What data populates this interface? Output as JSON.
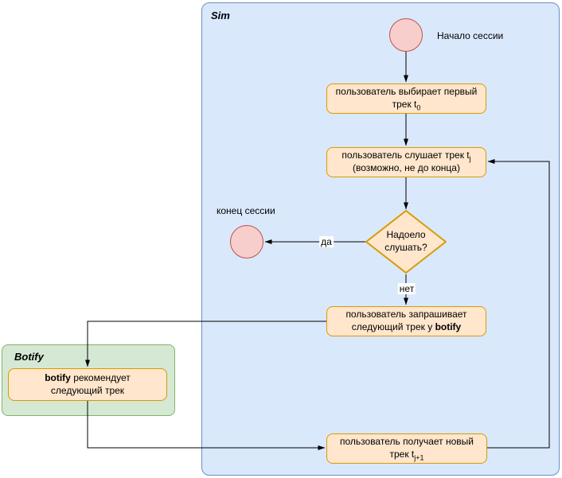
{
  "diagram": {
    "containers": {
      "sim": {
        "label": "Sim"
      },
      "botify": {
        "label": "Botify"
      }
    },
    "nodes": {
      "start_circle": {
        "label": "Начало сессии"
      },
      "end_circle": {
        "label": "конец сессии"
      },
      "select_first_track": {
        "line1": "пользователь выбирает первый",
        "line2_pre": "трек t",
        "line2_sub": "0"
      },
      "listen_track": {
        "line1_pre": "пользователь слушает трек t",
        "line1_sub": "j",
        "line2": "(возможно, не до конца)"
      },
      "bored_decision": {
        "line1": "Надоело",
        "line2": "слушать?"
      },
      "request_next_track": {
        "line1": "пользователь запрашивает",
        "line2_pre": "следующий трек у ",
        "line2_bold": "botify"
      },
      "botify_recommends": {
        "line1_bold": "botify",
        "line1_post": " рекомендует",
        "line2": "следующий трек"
      },
      "receive_new_track": {
        "line1": "пользователь получает новый",
        "line2_pre": "трек t",
        "line2_sub": "j+1"
      }
    },
    "edge_labels": {
      "yes": "да",
      "no": "нет"
    },
    "colors": {
      "sim_fill": "#dae8fc",
      "sim_stroke": "#6c8ebf",
      "botify_fill": "#d5e8d4",
      "botify_stroke": "#82b366",
      "process_fill": "#ffe6cc",
      "process_stroke": "#d79b00",
      "terminal_fill": "#f8cecc",
      "terminal_stroke": "#b85450",
      "edge_stroke": "#000000"
    }
  }
}
